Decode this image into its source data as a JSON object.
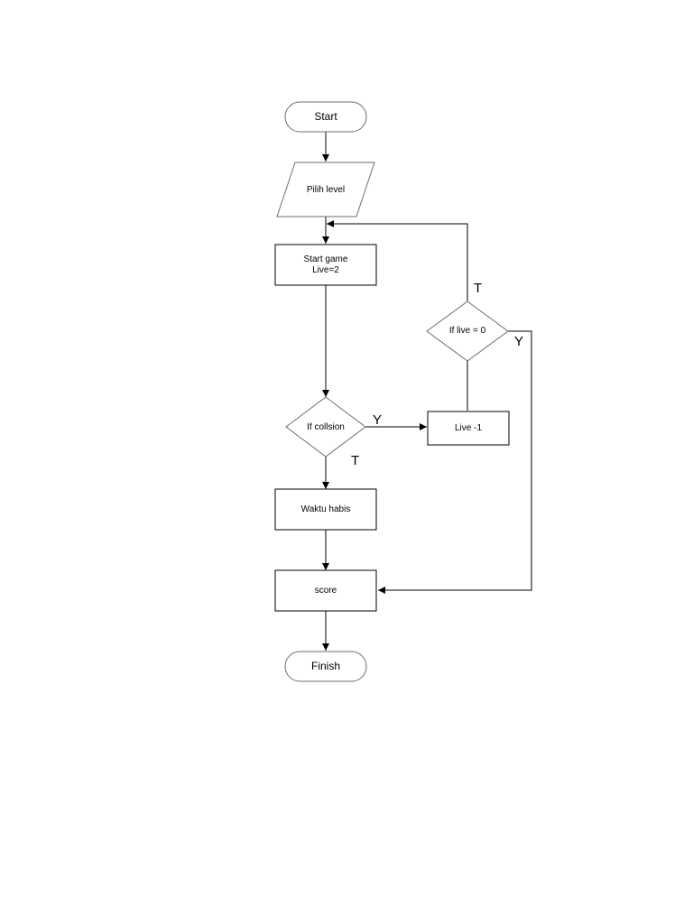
{
  "diagram": {
    "nodes": {
      "start": "Start",
      "input_level": "Pilih level",
      "start_game_line1": "Start game",
      "start_game_line2": "Live=2",
      "if_collision": "If collsion",
      "live_minus": "Live -1",
      "if_live_zero": "If live = 0",
      "waktu_habis": "Waktu habis",
      "score": "score",
      "finish": "Finish"
    },
    "branch_labels": {
      "collision_yes": "Y",
      "collision_no": "T",
      "live_zero_no": "T",
      "live_zero_yes": "Y"
    }
  }
}
